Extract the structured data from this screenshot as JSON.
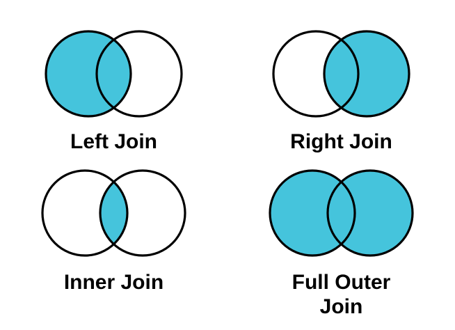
{
  "page": {
    "title": "SQL Join Types Venn Diagrams",
    "background_color": "#ffffff",
    "fill_color": "#45c4dc",
    "stroke_color": "#000000",
    "text_color": "#000000"
  },
  "diagrams": [
    {
      "id": "left-join",
      "label": "Left Join",
      "left_circle_filled": true,
      "right_circle_filled": false,
      "intersection_filled": true,
      "overlap": "wide"
    },
    {
      "id": "right-join",
      "label": "Right Join",
      "left_circle_filled": false,
      "right_circle_filled": true,
      "intersection_filled": true,
      "overlap": "wide"
    },
    {
      "id": "inner-join",
      "label": "Inner Join",
      "left_circle_filled": false,
      "right_circle_filled": false,
      "intersection_filled": true,
      "overlap": "narrow"
    },
    {
      "id": "full-outer-join",
      "label": "Full Outer\nJoin",
      "left_circle_filled": true,
      "right_circle_filled": true,
      "intersection_filled": true,
      "overlap": "narrow"
    }
  ]
}
